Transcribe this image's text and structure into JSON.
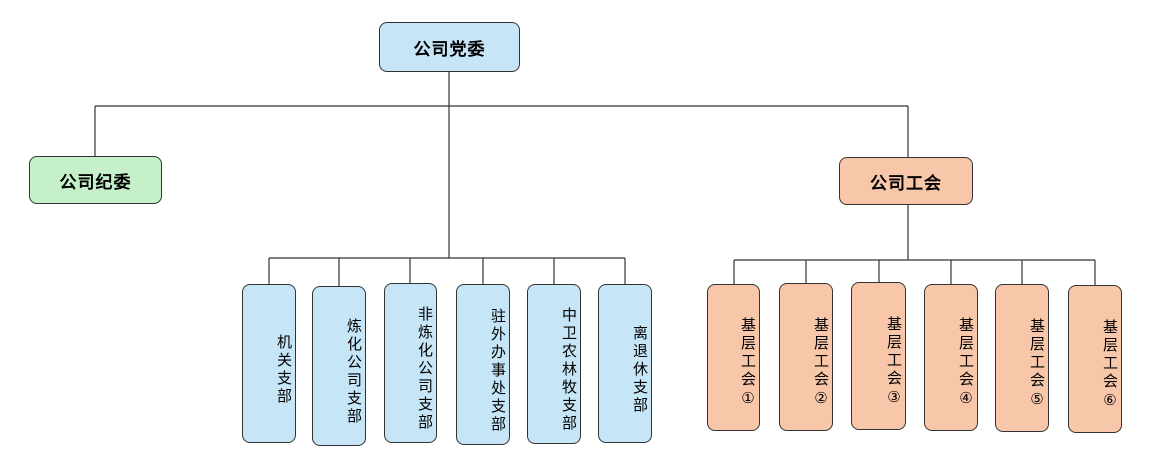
{
  "root": {
    "label": "公司党委"
  },
  "discipline": {
    "label": "公司纪委"
  },
  "union": {
    "label": "公司工会"
  },
  "branches": [
    {
      "label": "机关支部"
    },
    {
      "label": "炼化公司支部"
    },
    {
      "label": "非炼化公司支部"
    },
    {
      "label": "驻外办事处支部"
    },
    {
      "label": "中卫农林牧支部"
    },
    {
      "label": "离退休支部"
    }
  ],
  "unions": [
    {
      "label": "基层工会①"
    },
    {
      "label": "基层工会②"
    },
    {
      "label": "基层工会③"
    },
    {
      "label": "基层工会④"
    },
    {
      "label": "基层工会⑤"
    },
    {
      "label": "基层工会⑥"
    }
  ],
  "colors": {
    "party": "#c6e6f7",
    "discipline": "#c6f0c9",
    "union": "#f8c6a8",
    "line": "#333333"
  }
}
